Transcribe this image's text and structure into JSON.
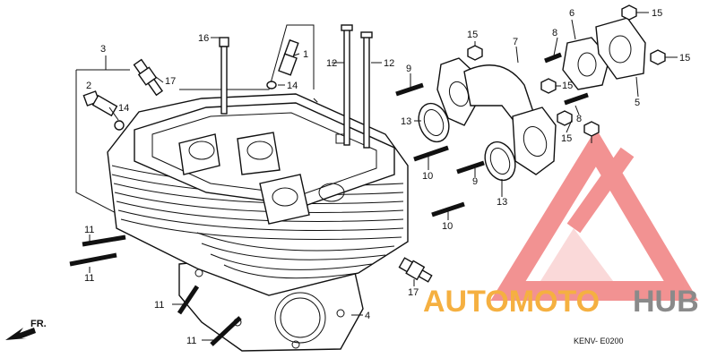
{
  "diagram": {
    "callouts": [
      {
        "id": "c1",
        "text": "1"
      },
      {
        "id": "c2",
        "text": "2"
      },
      {
        "id": "c3",
        "text": "3"
      },
      {
        "id": "c4",
        "text": "4"
      },
      {
        "id": "c5",
        "text": "5"
      },
      {
        "id": "c6",
        "text": "6"
      },
      {
        "id": "c7",
        "text": "7"
      },
      {
        "id": "c8a",
        "text": "8"
      },
      {
        "id": "c8b",
        "text": "8"
      },
      {
        "id": "c9a",
        "text": "9"
      },
      {
        "id": "c9b",
        "text": "9"
      },
      {
        "id": "c10a",
        "text": "10"
      },
      {
        "id": "c10b",
        "text": "10"
      },
      {
        "id": "c11a",
        "text": "11"
      },
      {
        "id": "c11b",
        "text": "11"
      },
      {
        "id": "c11c",
        "text": "11"
      },
      {
        "id": "c11d",
        "text": "11"
      },
      {
        "id": "c12a",
        "text": "12"
      },
      {
        "id": "c12b",
        "text": "12"
      },
      {
        "id": "c13a",
        "text": "13"
      },
      {
        "id": "c13b",
        "text": "13"
      },
      {
        "id": "c14a",
        "text": "14"
      },
      {
        "id": "c14b",
        "text": "14"
      },
      {
        "id": "c15a",
        "text": "15"
      },
      {
        "id": "c15b",
        "text": "15"
      },
      {
        "id": "c15c",
        "text": "15"
      },
      {
        "id": "c15d",
        "text": "15"
      },
      {
        "id": "c15e",
        "text": "15"
      },
      {
        "id": "c16",
        "text": "16"
      },
      {
        "id": "c17a",
        "text": "17"
      },
      {
        "id": "c17b",
        "text": "17"
      }
    ],
    "direction_label": "FR.",
    "diagram_code": "KENV- E0200",
    "watermark": {
      "brand_auto": "AUTOMOTO",
      "brand_hub": "HUB",
      "color_auto": "#f5b041",
      "color_hub": "#8a8a8a",
      "color_logo": "#f08080"
    }
  }
}
